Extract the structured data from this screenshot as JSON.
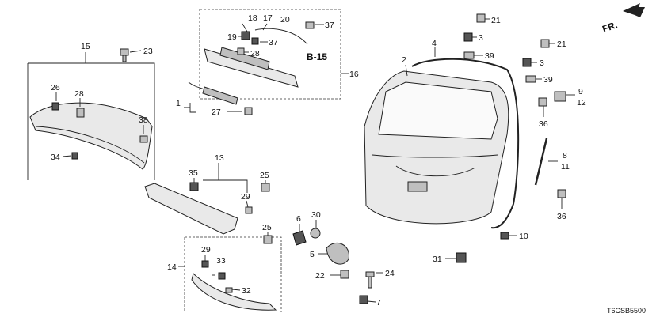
{
  "labels": {
    "p1": "1",
    "p2": "2",
    "p3a": "3",
    "p3b": "3",
    "p4": "4",
    "p5": "5",
    "p6": "6",
    "p7": "7",
    "p8": "8",
    "p9": "9",
    "p10": "10",
    "p11": "11",
    "p12": "12",
    "p13": "13",
    "p14": "14",
    "p15": "15",
    "p16": "16",
    "p17": "17",
    "p18": "18",
    "p19": "19",
    "p20": "20",
    "p21a": "21",
    "p21b": "21",
    "p22": "22",
    "p23": "23",
    "p24": "24",
    "p25a": "25",
    "p25b": "25",
    "p26": "26",
    "p27": "27",
    "p28a": "28",
    "p28b": "28",
    "p29a": "29",
    "p29b": "29",
    "p30": "30",
    "p31": "31",
    "p32": "32",
    "p33": "33",
    "p34": "34",
    "p35": "35",
    "p36a": "36",
    "p36b": "36",
    "p37a": "37",
    "p37b": "37",
    "p38": "38",
    "p39a": "39",
    "p39b": "39"
  },
  "ref_label": "B-15",
  "direction_label": "FR.",
  "diagram_code": "T6CSB5500"
}
